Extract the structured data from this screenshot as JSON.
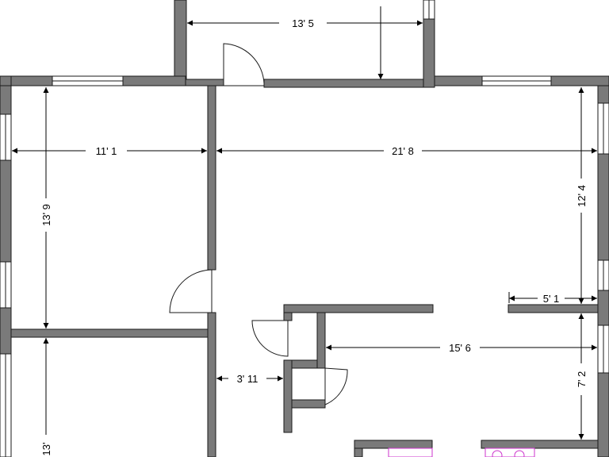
{
  "colors": {
    "wall_fill": "#7a7a7a",
    "wall_outline": "#1a1a1a",
    "dimension_line": "#000000",
    "fixture_accent": "#cc33cc"
  },
  "dimensions": {
    "top_opening": "13' 5",
    "bedroom_width": "11' 1",
    "living_width": "21' 8",
    "bedroom_depth": "13' 9",
    "right_upper_height": "12' 4",
    "right_small_width": "5' 1",
    "corridor_length": "15' 6",
    "hall_width": "3' 11",
    "right_lower_height": "7' 2",
    "lower_bedroom_depth": "13'"
  }
}
